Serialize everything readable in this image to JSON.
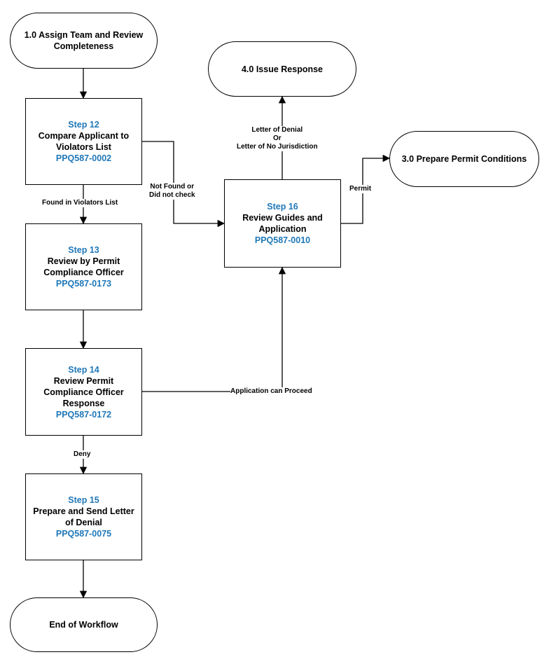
{
  "nodes": {
    "assign": {
      "text": [
        "1.0 Assign Team and Review",
        "Completeness"
      ]
    },
    "issue": {
      "text": [
        "4.0 Issue Response"
      ]
    },
    "permit_conditions": {
      "text": [
        "3.0 Prepare Permit Conditions"
      ]
    },
    "end": {
      "text": [
        "End of Workflow"
      ]
    },
    "step12": {
      "title": "Step 12",
      "lines": [
        "Compare Applicant to",
        "Violators List"
      ],
      "code": "PPQ587-0002"
    },
    "step13": {
      "title": "Step 13",
      "lines": [
        "Review by Permit",
        "Compliance Officer"
      ],
      "code": "PPQ587-0173"
    },
    "step14": {
      "title": "Step 14",
      "lines": [
        "Review Permit",
        "Compliance Officer",
        "Response"
      ],
      "code": "PPQ587-0172"
    },
    "step15": {
      "title": "Step 15",
      "lines": [
        "Prepare and Send Letter",
        "of Denial"
      ],
      "code": "PPQ587-0075"
    },
    "step16": {
      "title": "Step 16",
      "lines": [
        "Review Guides and",
        "Application"
      ],
      "code": "PPQ587-0010"
    }
  },
  "edge_labels": {
    "found": [
      "Found in Violators List"
    ],
    "not_found": [
      "Not Found or",
      "Did not check"
    ],
    "deny": [
      "Deny"
    ],
    "proceed": [
      "Application can Proceed"
    ],
    "denial": [
      "Letter of Denial",
      "Or",
      "Letter of No Jurisdiction"
    ],
    "permit": [
      "Permit"
    ]
  }
}
